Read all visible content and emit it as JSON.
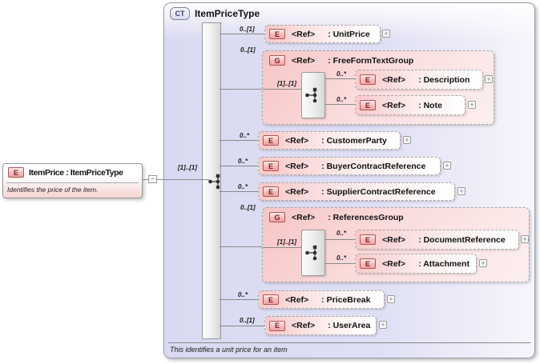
{
  "ui": {
    "expand_glyph": "+",
    "collapse_glyph": "−"
  },
  "root_element": {
    "badge": "E",
    "title": "ItemPrice : ItemPriceType",
    "annotation": "Identifies the price of the item.",
    "cardinality": "[1]..[1]"
  },
  "complex_type": {
    "badge": "CT",
    "name": "ItemPriceType",
    "annotation": "This identifies a unit price for  an item",
    "model": "sequence",
    "children": {
      "unit_price": {
        "badge": "E",
        "ref": "<Ref>",
        "name": ": UnitPrice",
        "cardinality": "0..[1]"
      },
      "free_form_text_group": {
        "badge": "G",
        "ref": "<Ref>",
        "name": ": FreeFormTextGroup",
        "cardinality": "0..[1]",
        "inner_cardinality": "[1]..[1]",
        "children": {
          "description": {
            "badge": "E",
            "ref": "<Ref>",
            "name": ": Description",
            "cardinality": "0..*"
          },
          "note": {
            "badge": "E",
            "ref": "<Ref>",
            "name": ": Note",
            "cardinality": "0..*"
          }
        }
      },
      "customer_party": {
        "badge": "E",
        "ref": "<Ref>",
        "name": ": CustomerParty",
        "cardinality": "0..*"
      },
      "buyer_contract_reference": {
        "badge": "E",
        "ref": "<Ref>",
        "name": ": BuyerContractReference",
        "cardinality": "0..*"
      },
      "supplier_contract_reference": {
        "badge": "E",
        "ref": "<Ref>",
        "name": ": SupplierContractReference",
        "cardinality": "0..*"
      },
      "references_group": {
        "badge": "G",
        "ref": "<Ref>",
        "name": ": ReferencesGroup",
        "cardinality": "0..[1]",
        "inner_cardinality": "[1]..[1]",
        "children": {
          "document_reference": {
            "badge": "E",
            "ref": "<Ref>",
            "name": ": DocumentReference",
            "cardinality": "0..*"
          },
          "attachment": {
            "badge": "E",
            "ref": "<Ref>",
            "name": ": Attachment",
            "cardinality": "0..*"
          }
        }
      },
      "price_break": {
        "badge": "E",
        "ref": "<Ref>",
        "name": ": PriceBreak",
        "cardinality": "0..*"
      },
      "user_area": {
        "badge": "E",
        "ref": "<Ref>",
        "name": ": UserArea",
        "cardinality": "0..[1]"
      }
    }
  }
}
